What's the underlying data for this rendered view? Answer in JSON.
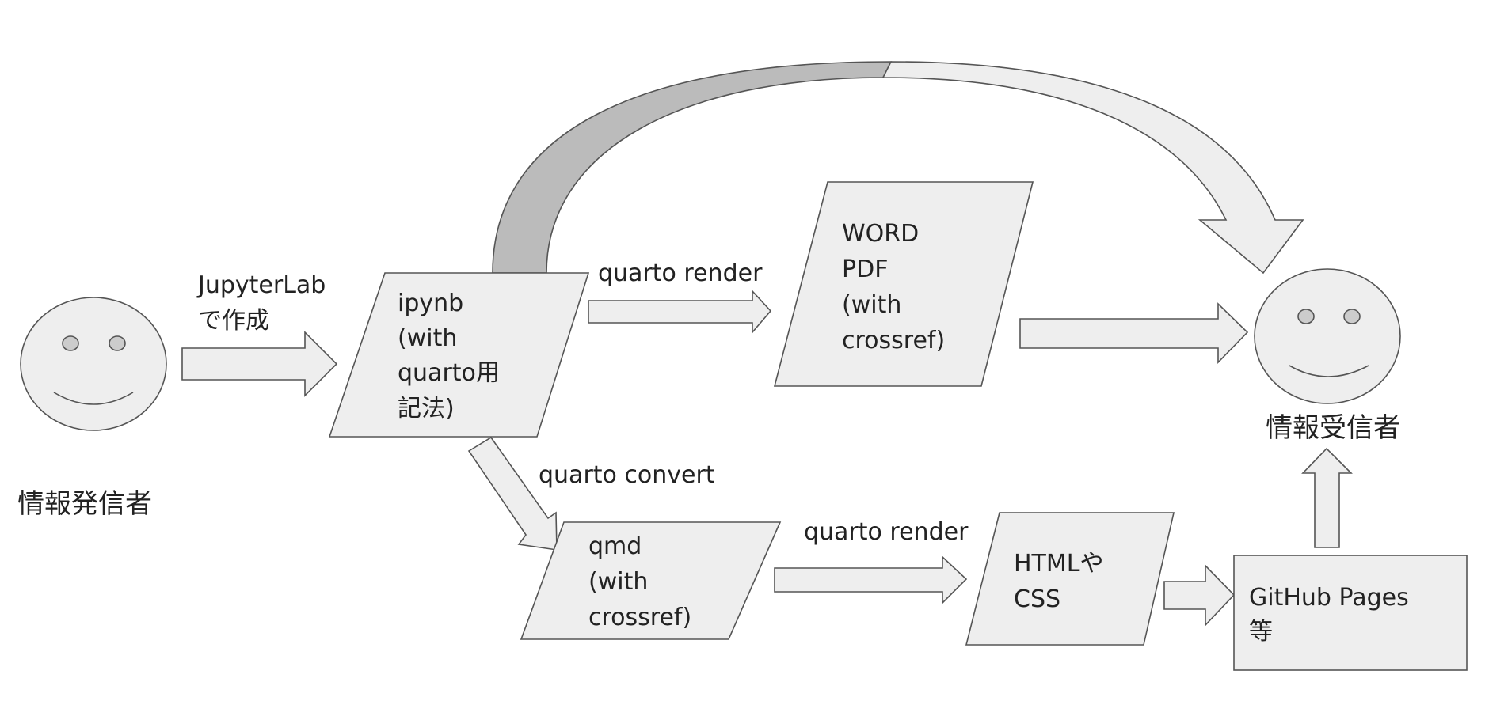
{
  "actors": {
    "sender": "情報発信者",
    "receiver": "情報受信者"
  },
  "edges": {
    "create": [
      "JupyterLab",
      "で作成"
    ],
    "render_top": "quarto render",
    "convert": "quarto convert",
    "render_bottom": "quarto render"
  },
  "nodes": {
    "ipynb": [
      "ipynb",
      "(with",
      "quarto用",
      "記法)"
    ],
    "word_pdf": [
      "WORD",
      "PDF",
      "(with",
      "crossref)"
    ],
    "qmd": [
      "qmd",
      "(with",
      "crossref)"
    ],
    "html_css": [
      "HTMLや",
      "CSS"
    ],
    "github": [
      "GitHub Pages",
      "等"
    ]
  },
  "colors": {
    "fill": "#eeeeee",
    "curve_inner": "#bbbbbb",
    "stroke": "#555555",
    "text": "#222222"
  }
}
